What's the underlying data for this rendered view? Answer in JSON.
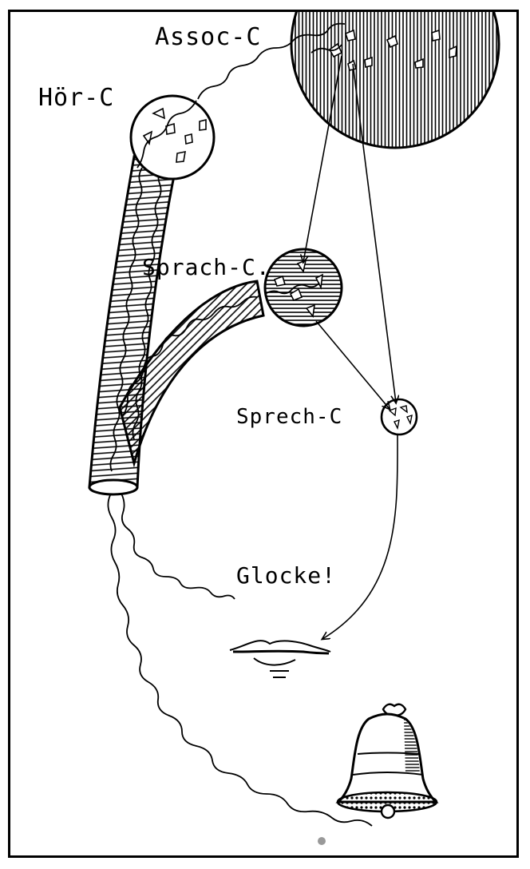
{
  "labels": {
    "assoc": "Assoc-C",
    "hoer": "Hör-C",
    "sprach": "Sprach-C.",
    "sprech": "Sprech-C",
    "glocke": "Glocke!"
  },
  "colors": {
    "ink": "#000000",
    "paper": "#ffffff"
  }
}
